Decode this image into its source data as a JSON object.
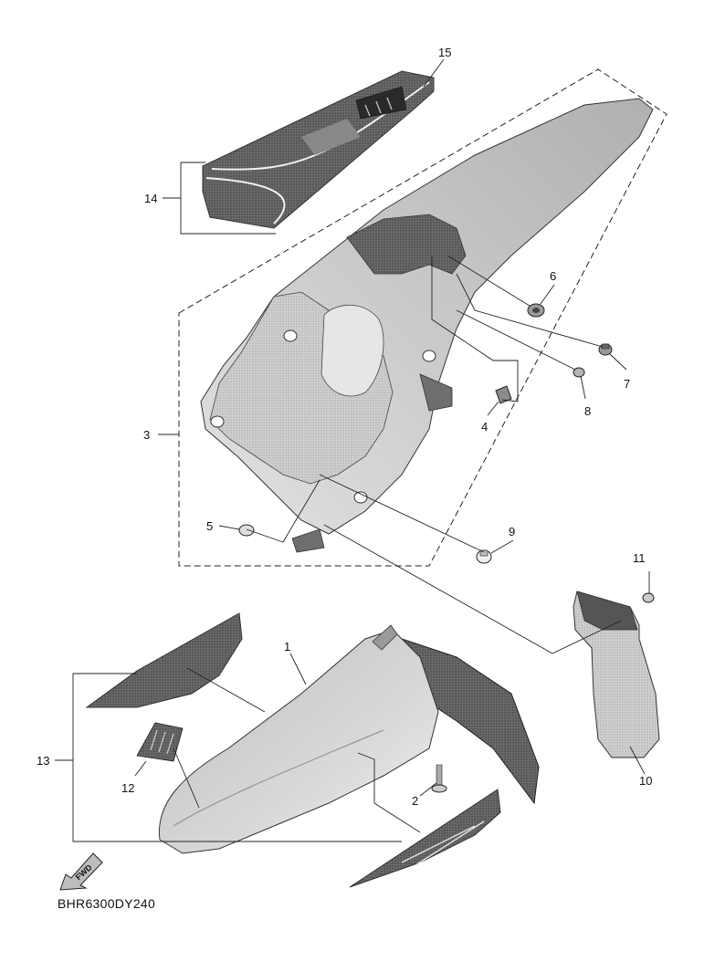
{
  "diagram_code": "BHR6300DY240",
  "fwd_label": "FWD",
  "callouts": {
    "c1": "1",
    "c2": "2",
    "c3": "3",
    "c4": "4",
    "c5": "5",
    "c6": "6",
    "c7": "7",
    "c8": "8",
    "c9": "9",
    "c10": "10",
    "c11": "11",
    "c12": "12",
    "c13": "13",
    "c14": "14",
    "c15": "15"
  },
  "colors": {
    "part_fill_light": "#d4d4d4",
    "part_fill_mid": "#b8b8b8",
    "part_fill_dark": "#555555",
    "decal_dark": "#3a3a3a",
    "line": "#222222"
  }
}
